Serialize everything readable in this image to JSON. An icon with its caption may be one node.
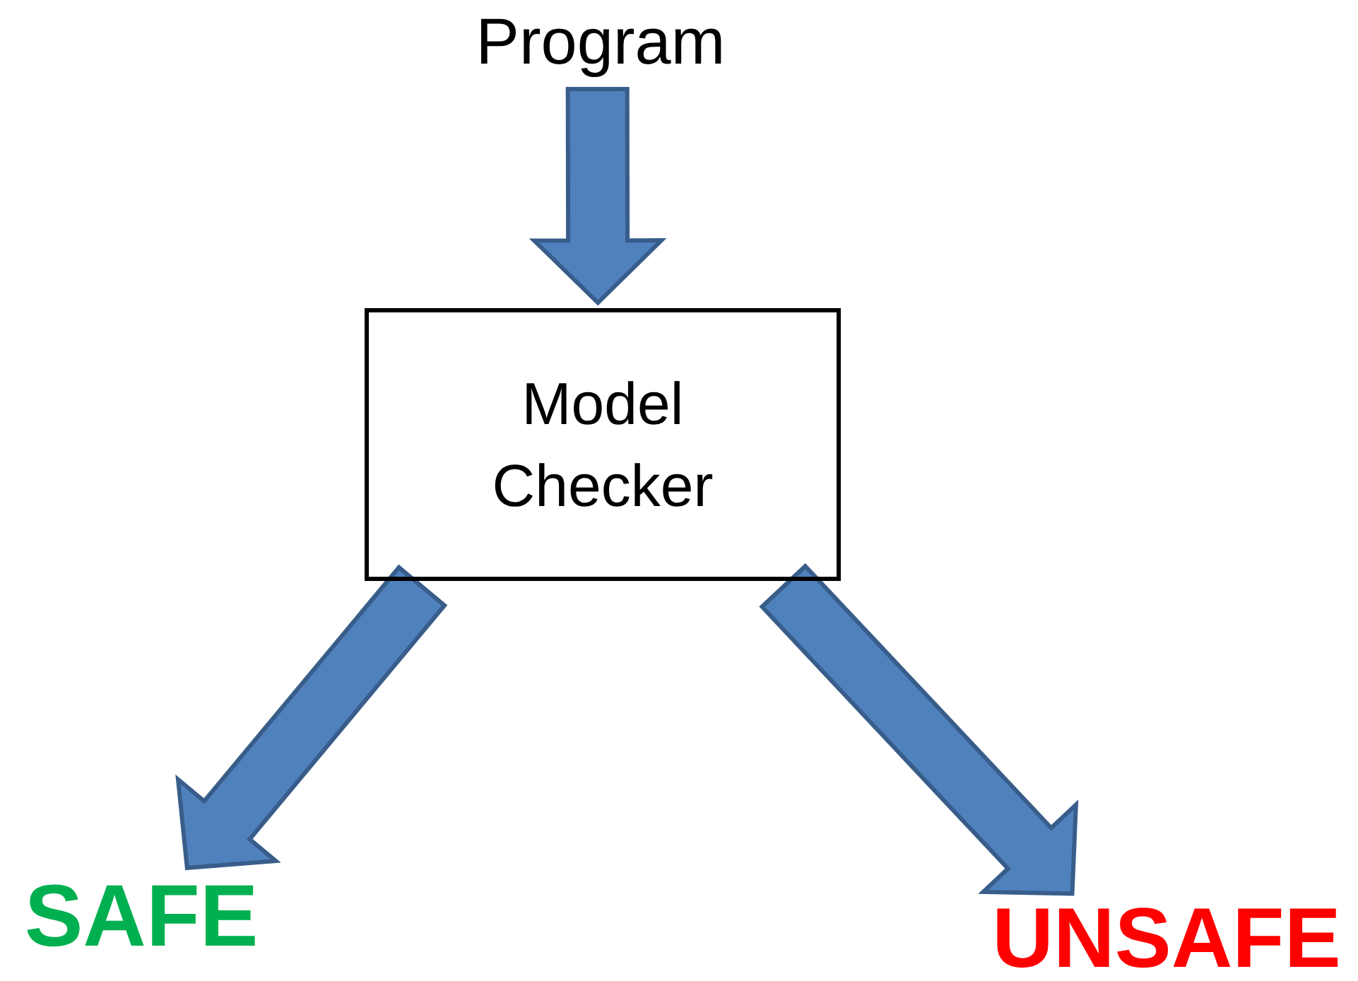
{
  "diagram": {
    "nodes": [
      {
        "text": [
          "Program"
        ]
      },
      {
        "text": [
          "Model Checker"
        ]
      },
      {
        "text": [
          "SAFE"
        ]
      },
      {
        "text": [
          "UNSAFE"
        ]
      }
    ],
    "edges": [
      {
        "from": 0,
        "to": 1,
        "arrow": "to"
      },
      {
        "from": 1,
        "to": 2,
        "arrow": "to"
      },
      {
        "from": 1,
        "to": 3,
        "arrow": "to"
      }
    ]
  }
}
